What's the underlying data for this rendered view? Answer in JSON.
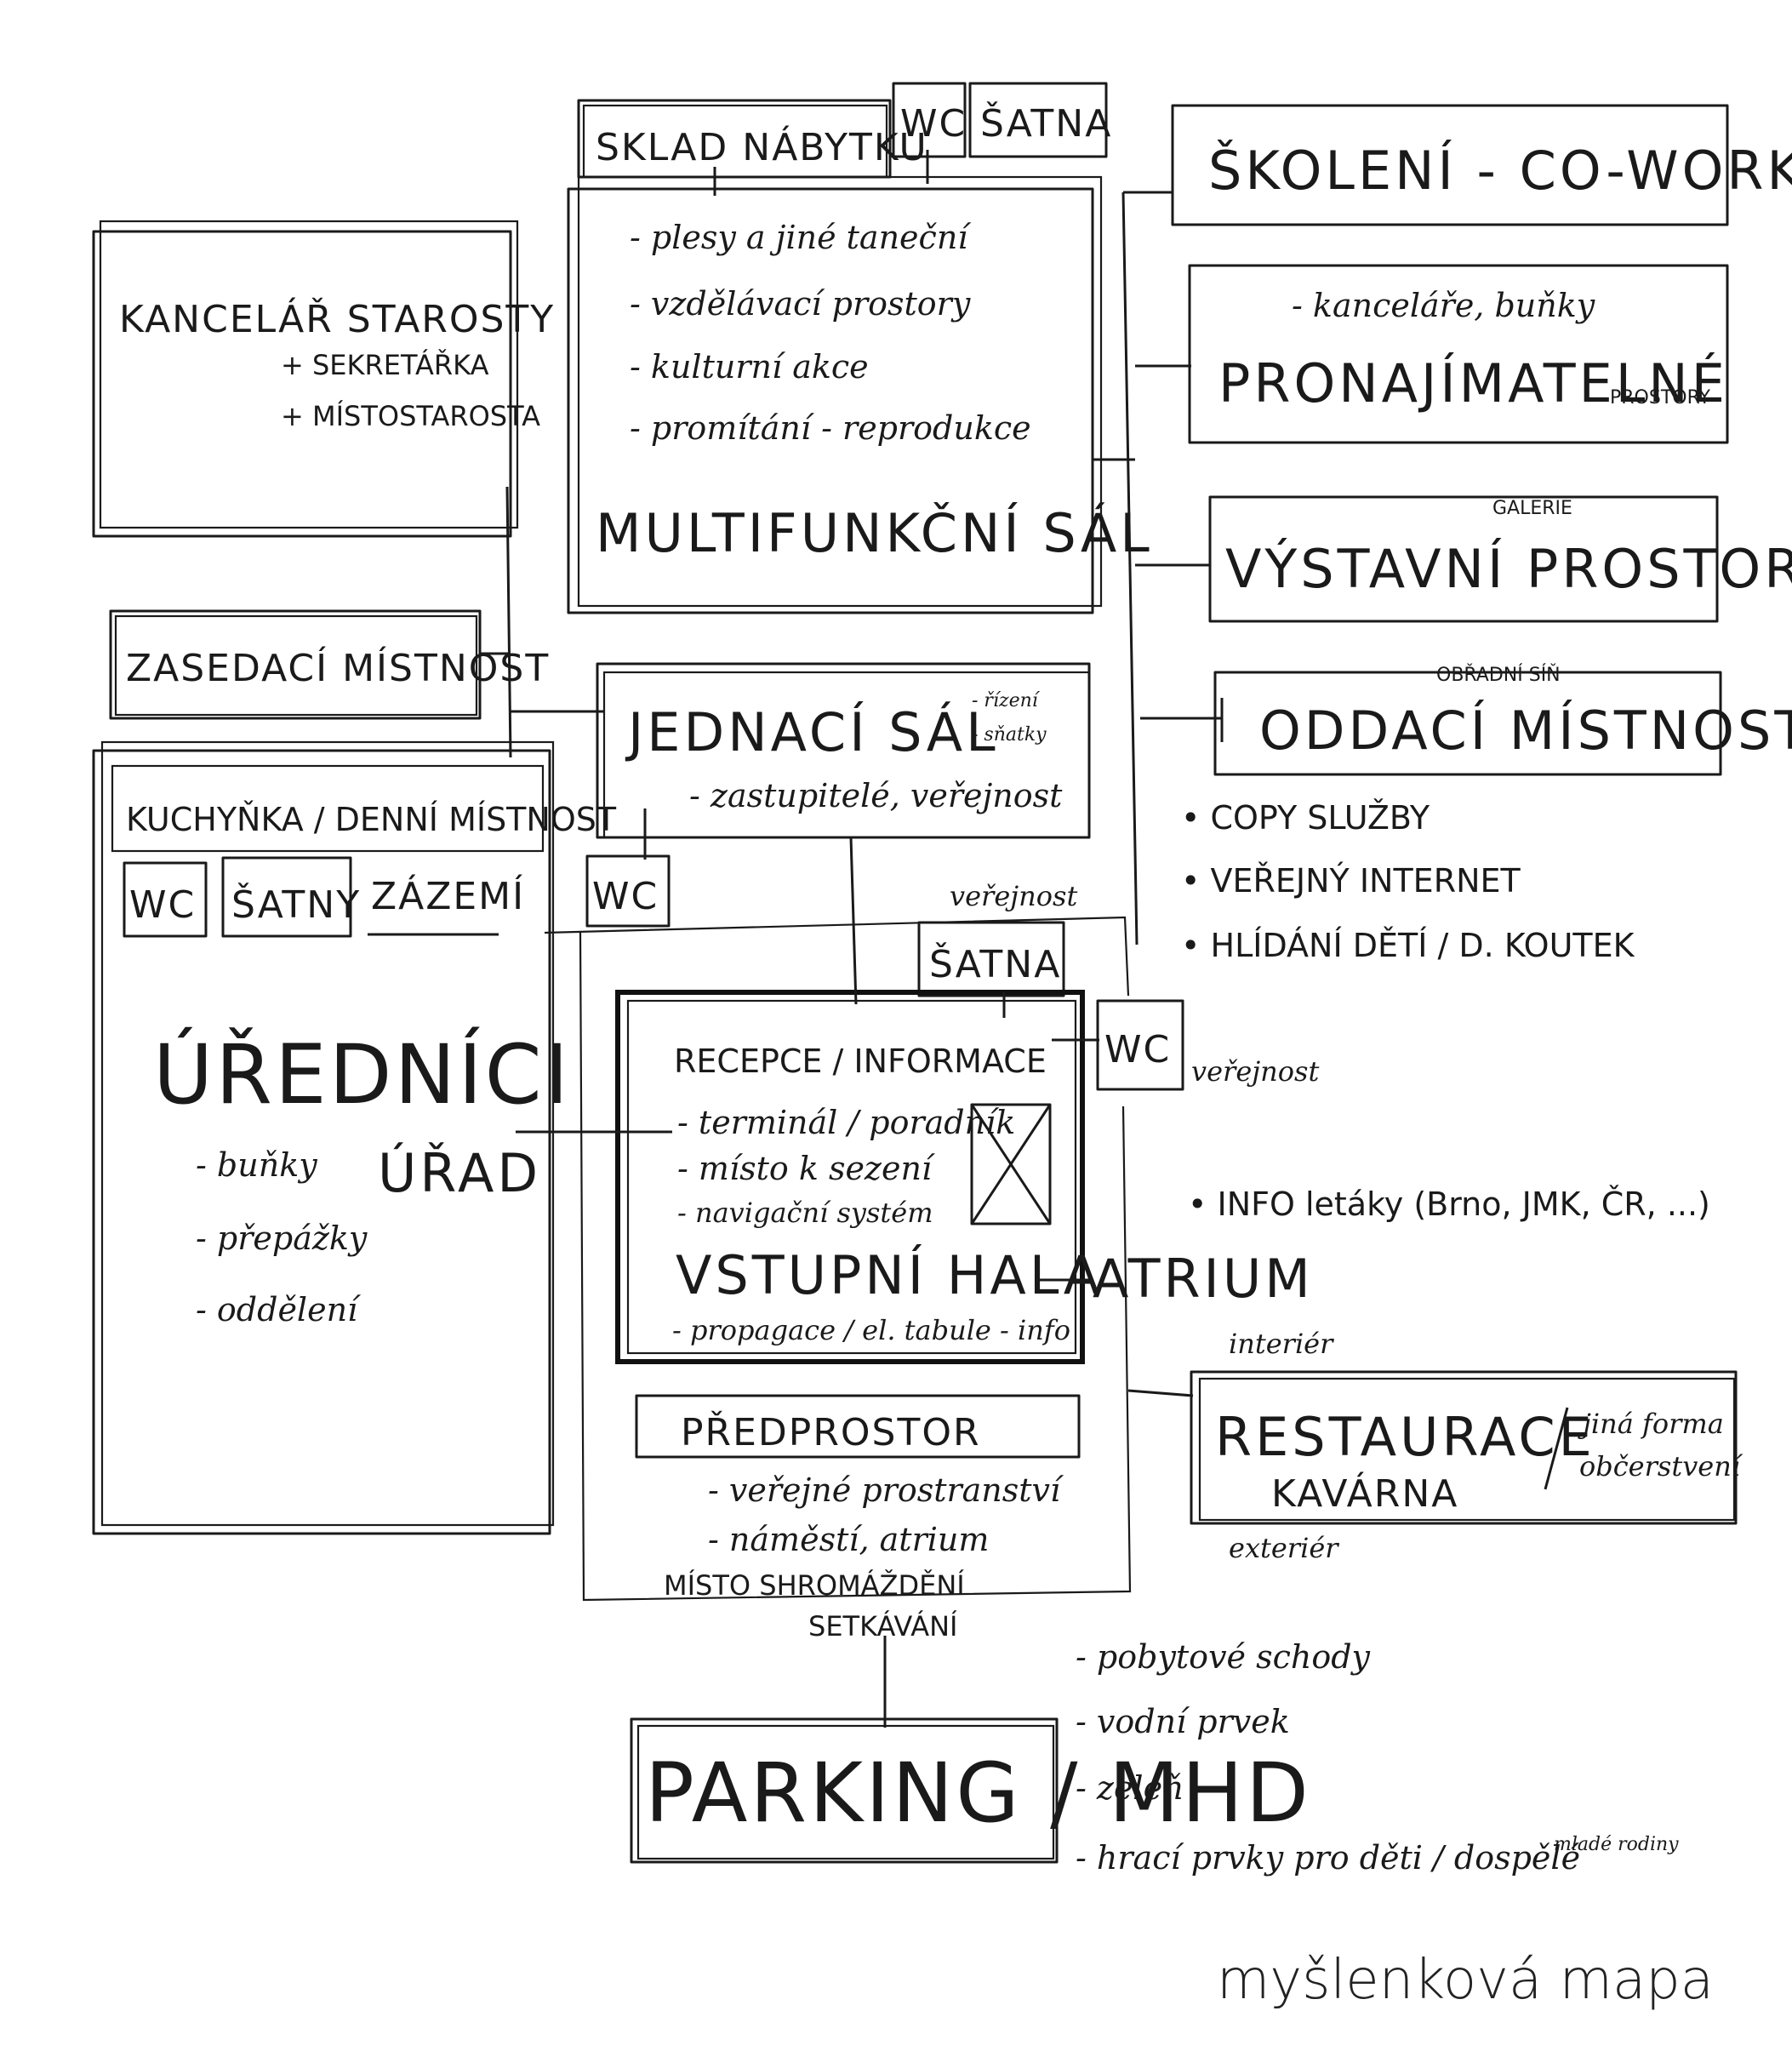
{
  "caption": "myšlenková mapa",
  "rooms": {
    "sklad": "SKLAD NÁBYTKU",
    "wc_top": "WC",
    "satna_top": "ŠATNA",
    "multifunkcni": {
      "title": "MULTIFUNKČNÍ SÁL",
      "items": [
        "- plesy a jiné taneční",
        "- vzdělávací prostory",
        "- kulturní akce",
        "- promítání - reprodukce"
      ]
    },
    "kancelar": {
      "title": "KANCELÁŘ STAROSTY",
      "items": [
        "+ SEKRETÁŘKA",
        "+ MÍSTOSTAROSTA"
      ]
    },
    "zasedaci": "ZASEDACÍ MÍSTNOST",
    "jednaci": {
      "title": "JEDNACÍ SÁL",
      "side": [
        "- řízení",
        "- sňatky"
      ],
      "items": [
        "- zastupitelé, veřejnost"
      ]
    },
    "urednici": {
      "kuchynka": "KUCHYŇKA / DENNÍ MÍSTNOST",
      "wc": "WC",
      "satny": "ŠATNY",
      "zazemi": "ZÁZEMÍ",
      "title": "ÚŘEDNÍCI",
      "urad": "ÚŘAD",
      "items": [
        "- buňky",
        "- přepážky",
        "- oddělení"
      ]
    },
    "wc_mid": "WC",
    "verejnost1": "veřejnost",
    "satna_mid": "ŠATNA",
    "wc_public": "WC",
    "verejnost2": "veřejnost",
    "recepce": {
      "title": "RECEPCE / INFORMACE",
      "items": [
        "- terminál / poradník",
        "- místo k sezení",
        "- navigační systém"
      ],
      "hala": "VSTUPNÍ HALA",
      "atrium": "ATRIUM",
      "bottom": "- propagace / el. tabule - info"
    },
    "predprostor": {
      "title": "PŘEDPROSTOR",
      "items": [
        "- veřejné prostranství",
        "- náměstí, atrium"
      ],
      "misto": "MÍSTO SHROMÁŽDĚNÍ",
      "setkavani": "SETKÁVÁNÍ"
    },
    "parking": "PARKING / MHD",
    "parking_notes": [
      "- pobytové schody",
      "- vodní prvek",
      "- zeleň",
      "- hrací prvky pro děti / dospělé"
    ],
    "parking_extra": "mladé rodiny",
    "skoleni": "ŠKOLENÍ - CO-WORKING",
    "pronajimatelne": {
      "note": "- kanceláře, buňky",
      "title": "PRONAJÍMATELNÉ",
      "suffix": "PROSTORY"
    },
    "vystavni": {
      "note": "GALERIE",
      "title": "VÝSTAVNÍ PROSTORY"
    },
    "oddaci": {
      "note": "OBŘADNÍ SÍŇ",
      "title": "ODDACÍ MÍSTNOST"
    },
    "services": [
      "• COPY SLUŽBY",
      "• VEŘEJNÝ INTERNET",
      "• HLÍDÁNÍ DĚTÍ / D. KOUTEK"
    ],
    "info": "• INFO letáky (Brno, JMK, ČR, ...)",
    "interier": "interiér",
    "restaurace": {
      "title": "RESTAURACE",
      "kavarna": "KAVÁRNA",
      "side": [
        "jiná forma",
        "občerstvení"
      ]
    },
    "exterier": "exteriér"
  }
}
